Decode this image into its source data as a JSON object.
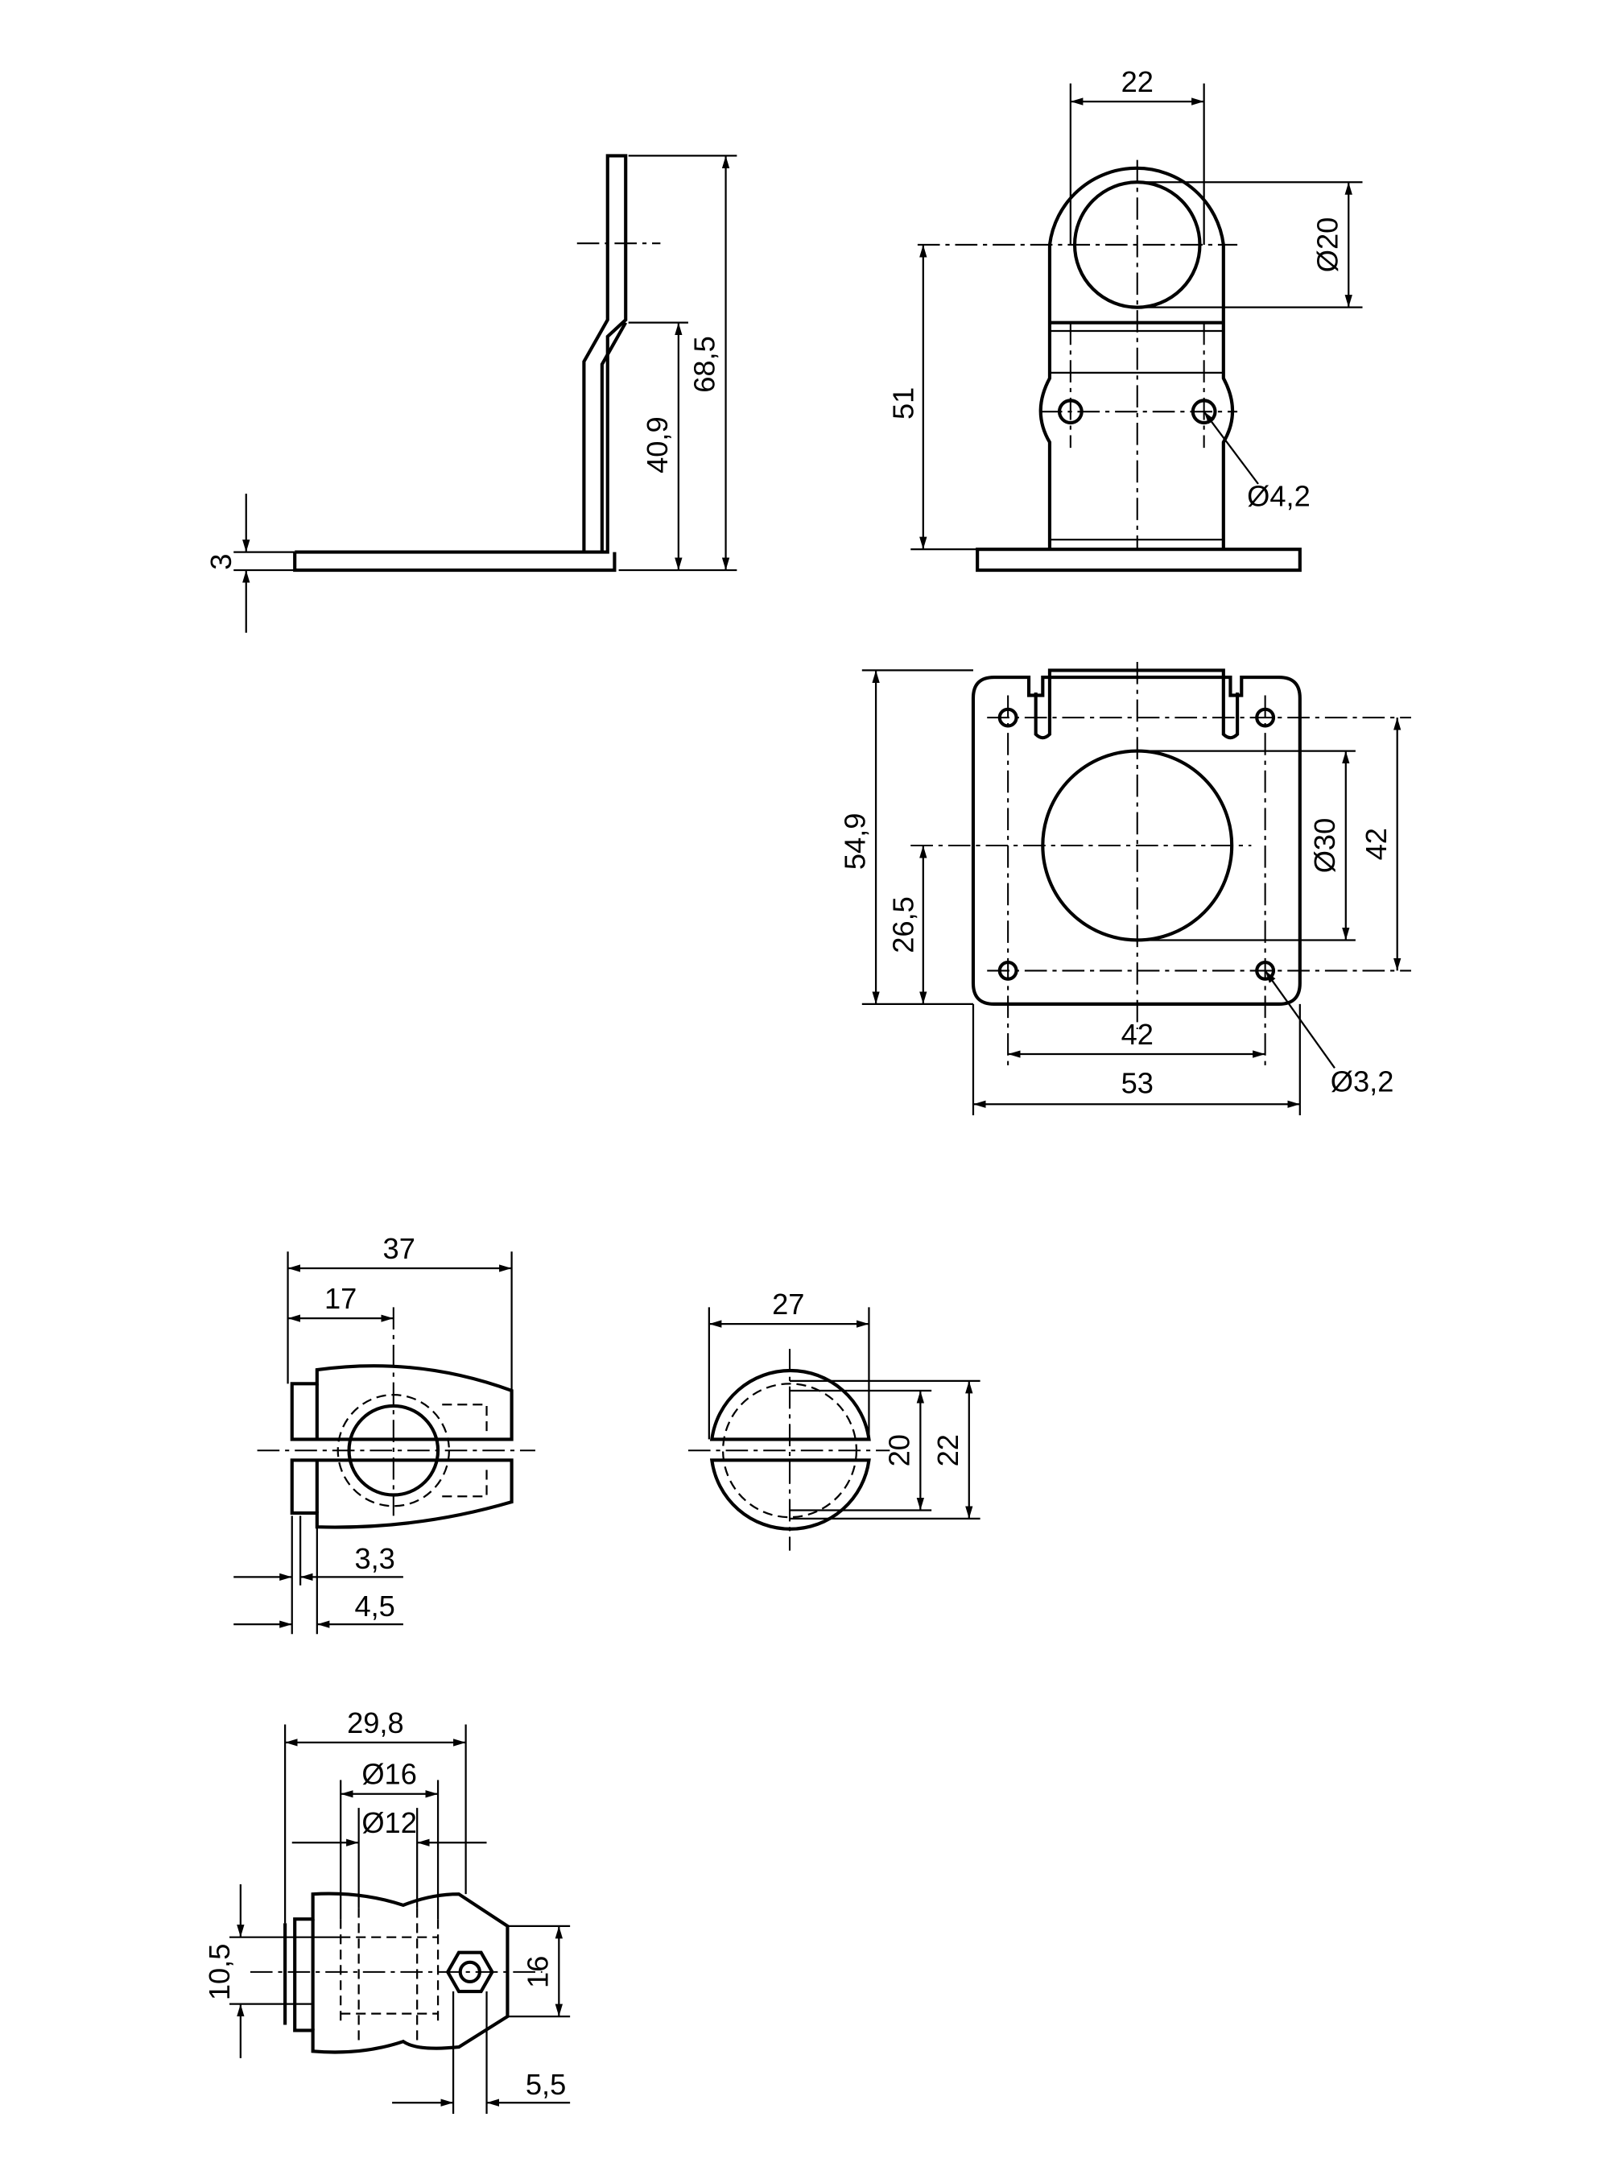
{
  "views": {
    "side": {
      "height_total": "68,5",
      "height_bend": "40,9",
      "thickness": "3"
    },
    "front": {
      "width_top": "22",
      "bore_dia": "Ø20",
      "height": "51",
      "hole_dia": "Ø4,2"
    },
    "plate": {
      "depth": "54,9",
      "center_offset": "26,5",
      "bore_dia": "Ø30",
      "hole_spacing_v": "42",
      "hole_spacing_h": "42",
      "width": "53",
      "hole_dia": "Ø3,2"
    },
    "clamp_side": {
      "length": "37",
      "center_offset": "17",
      "dim_a": "3,3",
      "dim_b": "4,5"
    },
    "clamp_end": {
      "width": "27",
      "inner": "20",
      "outer": "22"
    },
    "clamp_top": {
      "length": "29,8",
      "dia_outer": "Ø16",
      "dia_inner": "Ø12",
      "offset": "10,5",
      "height": "16",
      "screw": "5,5"
    }
  }
}
